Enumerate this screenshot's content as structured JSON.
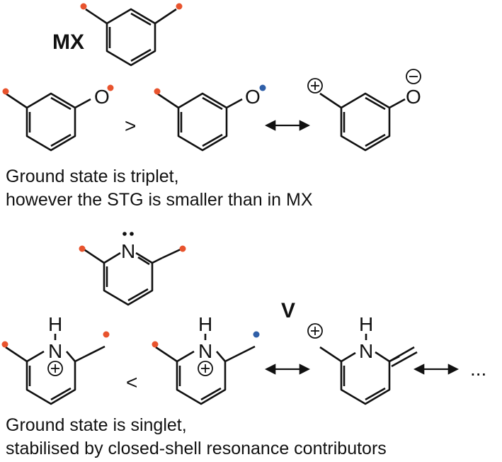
{
  "labels": {
    "mx": "MX",
    "v": "V",
    "gt": ">",
    "lt": "<",
    "ellipsis": "...",
    "oxygen": "O",
    "nitrogen": "N",
    "hydrogen": "H",
    "lone_pair": "••",
    "plus": "+",
    "minus": "−"
  },
  "captions": {
    "top_line1": "Ground state is triplet,",
    "top_line2": "however the STG is smaller than in MX",
    "bottom_line1": "Ground state is singlet,",
    "bottom_line2": "stabilised by closed-shell resonance contributors"
  },
  "colors": {
    "radical_red": "#e8532d",
    "radical_blue": "#2f5fa8",
    "ink": "#111111"
  }
}
